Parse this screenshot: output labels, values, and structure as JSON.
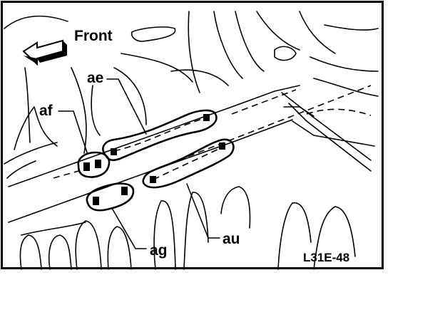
{
  "figure": {
    "direction_label": "Front",
    "figure_code": "L31E-48",
    "callouts": [
      {
        "id": "ae",
        "text": "ae"
      },
      {
        "id": "af",
        "text": "af"
      },
      {
        "id": "ag",
        "text": "ag"
      },
      {
        "id": "au",
        "text": "au"
      }
    ]
  }
}
